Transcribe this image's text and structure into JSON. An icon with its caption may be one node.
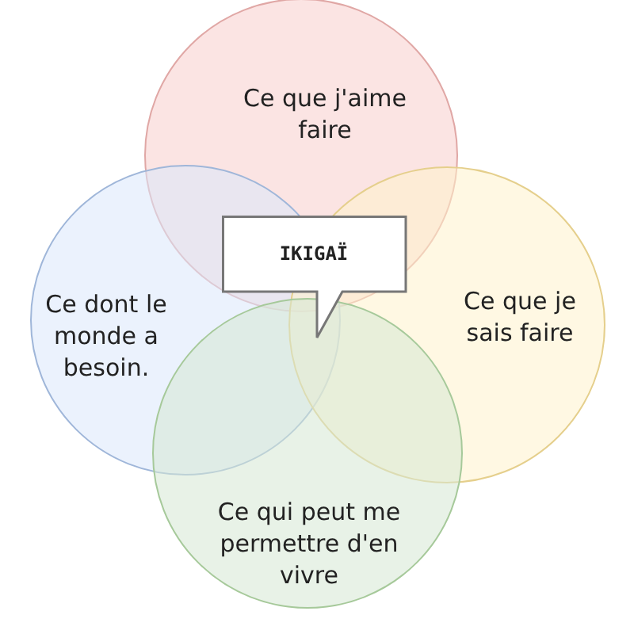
{
  "diagram": {
    "nodes": [
      {
        "text": [
          "Ce que j'aime faire"
        ]
      },
      {
        "text": [
          "Ce dont le monde a besoin."
        ]
      },
      {
        "text": [
          "Ce que je sais faire"
        ]
      },
      {
        "text": [
          "Ce qui peut me permettre d'en vivre"
        ]
      },
      {
        "text": [
          "IKIGAÏ"
        ]
      }
    ],
    "edges": []
  }
}
